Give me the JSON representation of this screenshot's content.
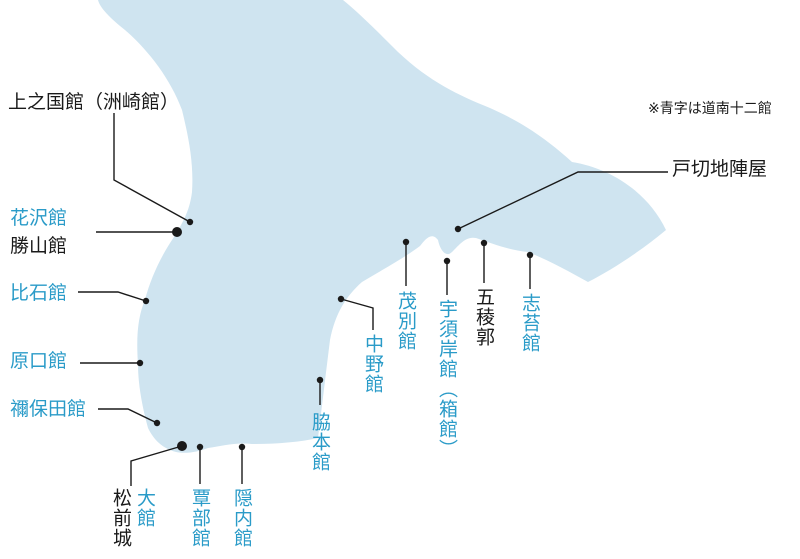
{
  "colors": {
    "land": "#cfe4f0",
    "blue_label": "#2a9bc8",
    "black_label": "#1a1a1a",
    "leader": "#1a1a1a"
  },
  "note": "※青字は道南十二館",
  "labels": {
    "kaminokuni": "上之国館（洲崎館）",
    "hanazawa": "花沢館",
    "katsuyama": "勝山館",
    "hiishi": "比石館",
    "haraguchi": "原口館",
    "nehoda": "禰保田館",
    "matsumae": "松前城",
    "odate": "大館",
    "kobe": "覃部館",
    "onnai": "隠内館",
    "wakimoto": "脇本館",
    "nakano": "中野館",
    "mobetsu": "茂別館",
    "usukeshi_main": "宇須岸館",
    "usukeshi_paren": "（箱館）",
    "goryokaku": "五稜郭",
    "shinori": "志苔館",
    "hekiri": "戸切地陣屋"
  }
}
